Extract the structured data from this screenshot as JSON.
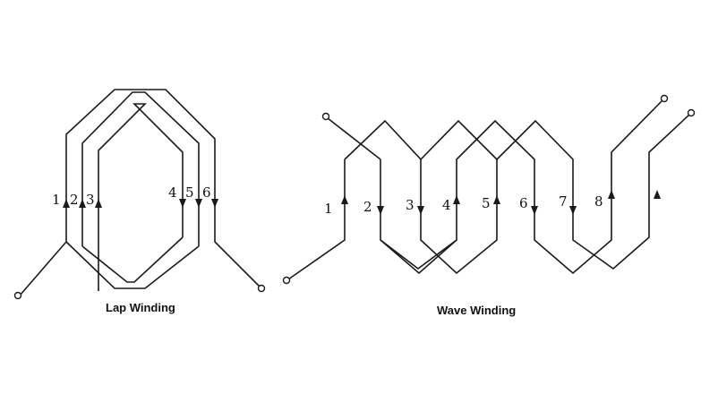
{
  "lap": {
    "caption": "Lap Winding",
    "labels": [
      "1",
      "2",
      "3",
      "4",
      "5",
      "6"
    ]
  },
  "wave": {
    "caption": "Wave Winding",
    "labels": [
      "1",
      "2",
      "3",
      "4",
      "5",
      "6",
      "7",
      "8"
    ]
  }
}
